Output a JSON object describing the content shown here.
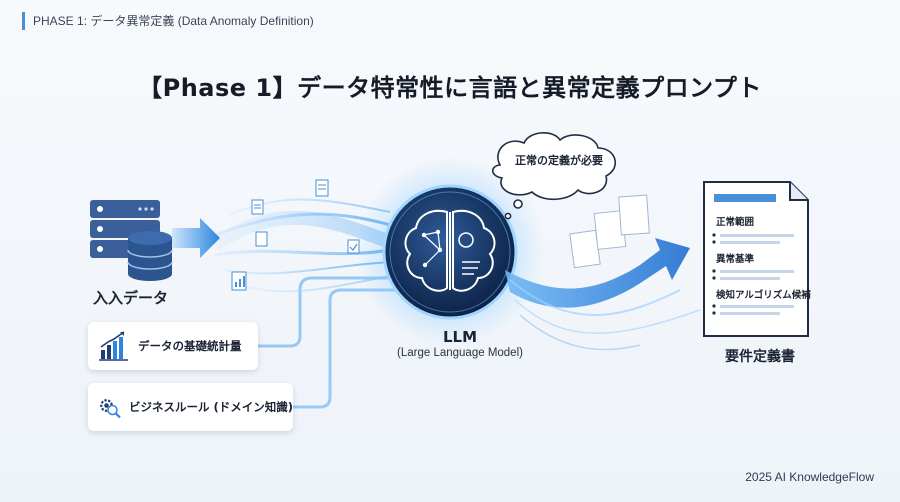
{
  "header": {
    "phase_label": "PHASE 1: データ異常定義 (Data Anomaly Definition)"
  },
  "title": "【Phase 1】データ特常性に言語と異常定義プロンプト",
  "input": {
    "label": "入入データ"
  },
  "cards": [
    {
      "label": "データの基礎統計量",
      "icon": "bar-chart-icon"
    },
    {
      "label": "ビジネスルール (ドメイン知識)",
      "icon": "gear-search-icon"
    }
  ],
  "llm": {
    "title": "LLM",
    "subtitle": "(Large Language Model)",
    "icon": "brain-icon"
  },
  "bubble": {
    "text": "正常の定義が必要"
  },
  "output": {
    "items": [
      "正常範囲",
      "異常基準",
      "検知アルゴリズム候補"
    ],
    "caption": "要件定義書",
    "icon": "document-icon"
  },
  "footer": "2025 AI KnowledgeFlow",
  "colors": {
    "accent": "#4a90d9",
    "glow": "#7cc4ff",
    "dark": "#14305a"
  }
}
